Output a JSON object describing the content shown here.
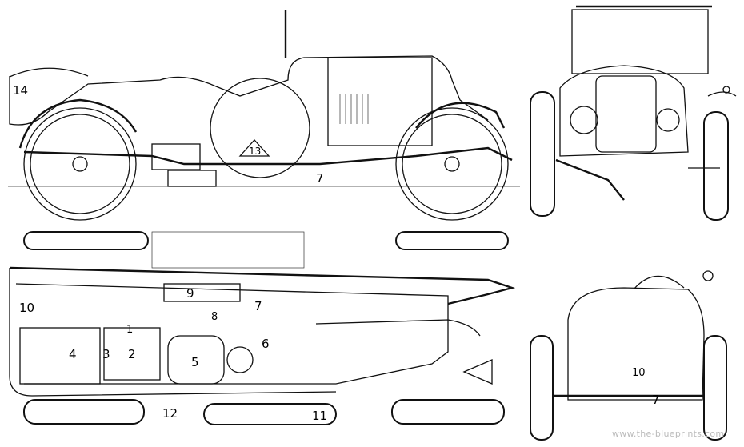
{
  "side_view": {
    "labels": [
      "14",
      "13",
      "7"
    ]
  },
  "top_view": {
    "labels": [
      "9",
      "7",
      "10",
      "8",
      "1",
      "4",
      "3",
      "2",
      "5",
      "6",
      "12",
      "11"
    ]
  },
  "rear_view": {
    "labels": [
      "10",
      "7"
    ]
  },
  "watermark": "www.the-blueprints.com"
}
